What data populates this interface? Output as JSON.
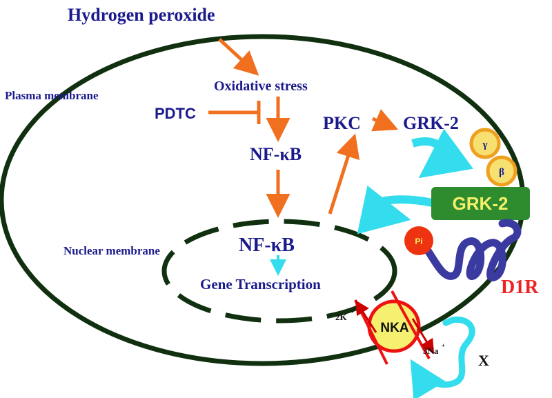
{
  "labels": {
    "hydrogen_peroxide": "Hydrogen peroxide",
    "plasma_membrane": "Plasma membrane",
    "oxidative_stress": "Oxidative stress",
    "pdtc": "PDTC",
    "nfkb_cytoplasm": "NF-κB",
    "pkc": "PKC",
    "grk2_top": "GRK-2",
    "gamma": "γ",
    "beta": "β",
    "grk2_box": "GRK-2",
    "pi": "Pi",
    "nuclear_membrane": "Nuclear membrane",
    "nfkb_nucleus": "NF-κB",
    "gene_transcription": "Gene Transcription",
    "d1r": "D1R",
    "nka": "NKA",
    "k_ion": "2K",
    "k_charge": "+",
    "na_ion": "3Na",
    "na_charge": "+",
    "x": "X"
  },
  "colors": {
    "navy_text": "#1a1a8c",
    "membrane": "#103010",
    "orange_arrow": "#f07020",
    "cyan_arrow": "#33ddee",
    "grk2_box": "#2e8b2e",
    "grk2_text": "#f5f06a",
    "subunit_fill": "#f5e070",
    "subunit_ring": "#f0a020",
    "pi_fill": "#ee3311",
    "receptor": "#3a3aa0",
    "d1r_text": "#ee2222",
    "nka_fill": "#f5f070",
    "nka_ring": "#ee1111",
    "exchange_arrow": "#cc0000"
  }
}
